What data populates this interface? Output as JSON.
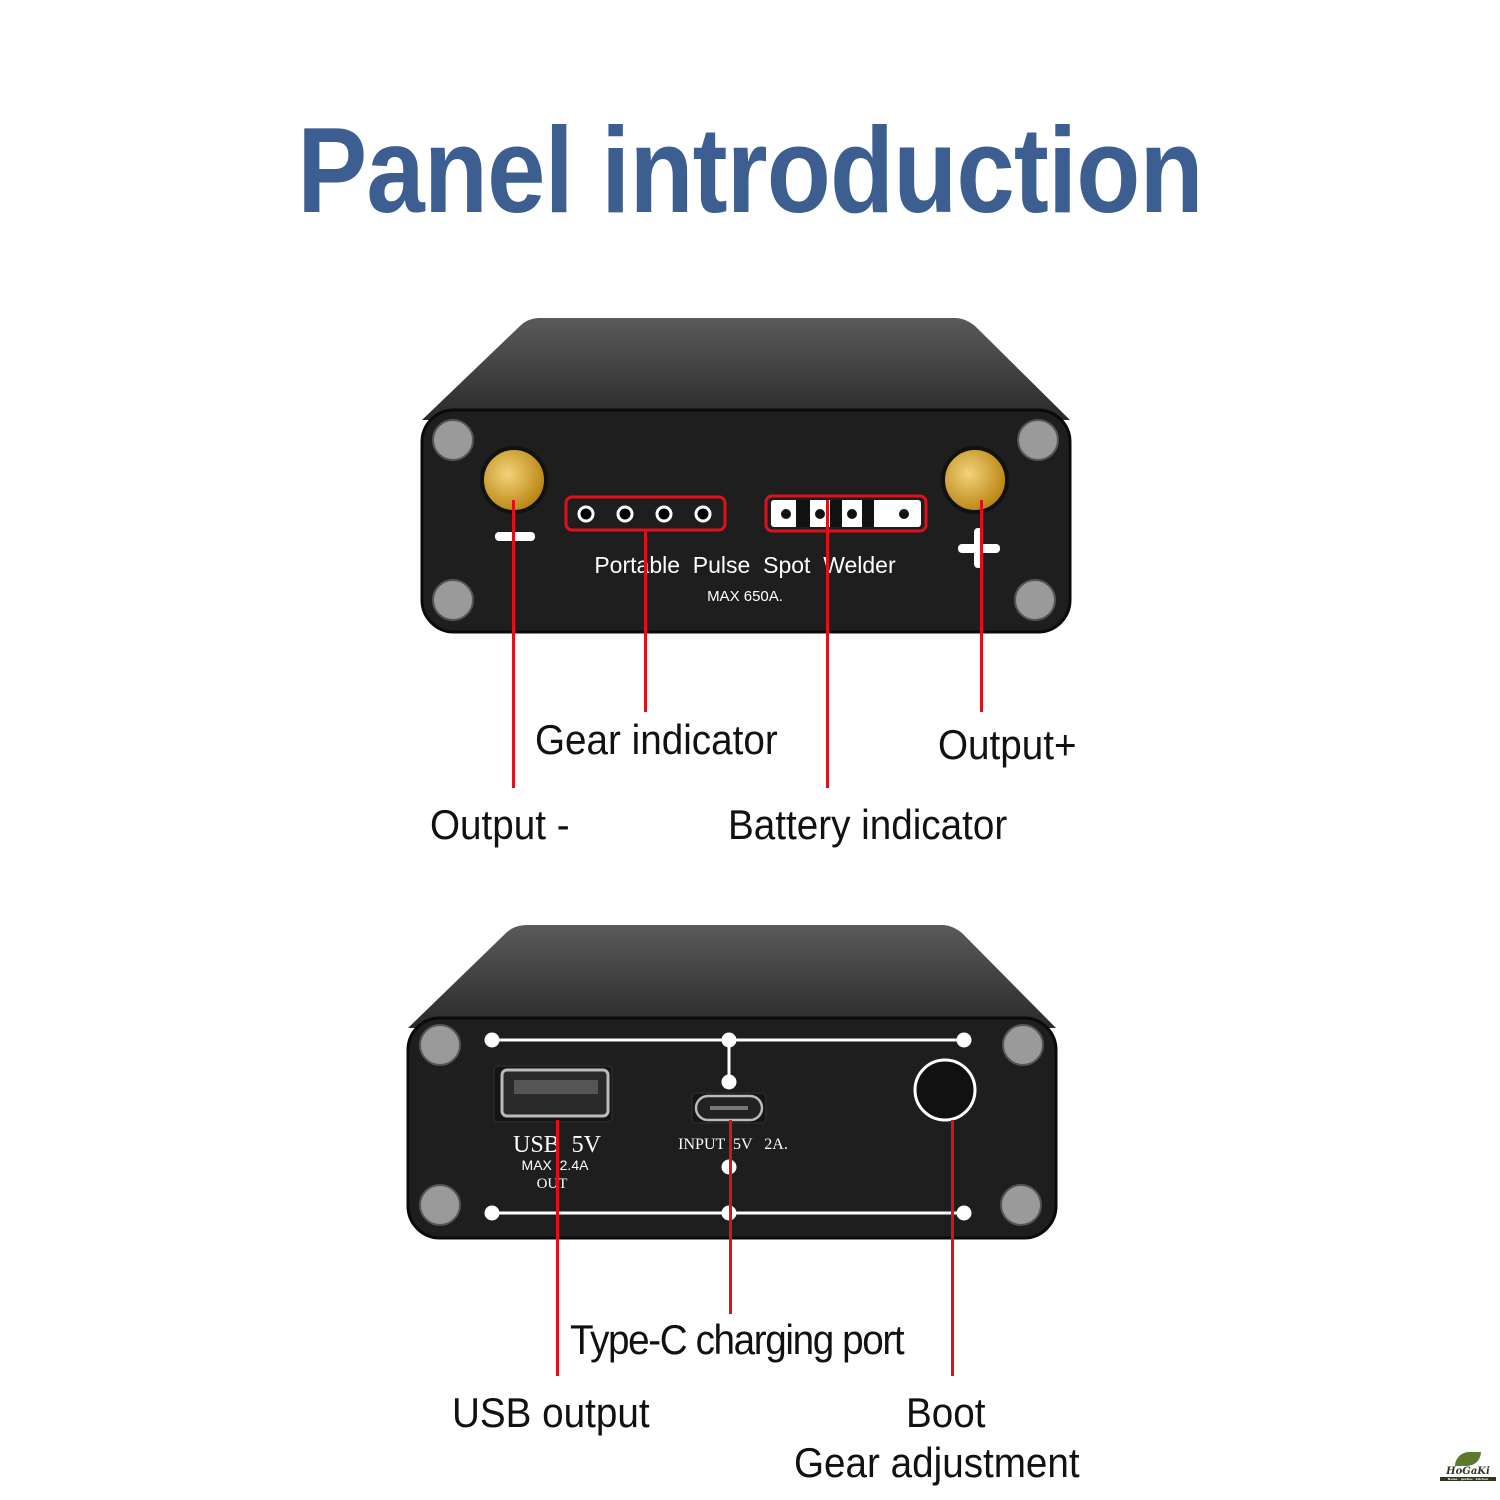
{
  "title": "Panel introduction",
  "front_panel": {
    "product_name": "Portable  Pulse  Spot  Welder",
    "rating": "MAX 650A.",
    "minus_symbol": "−",
    "plus_symbol": "+"
  },
  "back_panel": {
    "usb_label": "USB  5V",
    "usb_max": "MAX  2.4A",
    "usb_out": "OUT",
    "input_label": "INPUT  5V   2A."
  },
  "callouts": {
    "output_minus": "Output -",
    "gear_indicator": "Gear indicator",
    "battery_indicator": "Battery indicator",
    "output_plus": "Output+",
    "usb_output": "USB output",
    "typec_port": "Type-C charging port",
    "boot": "Boot",
    "gear_adjustment": "Gear adjustment"
  },
  "logo": {
    "brand": "HoGaKi",
    "tagline": "Home · garden · kitchen"
  },
  "colors": {
    "title": "#3d5e91",
    "callout_line": "#e0101a",
    "indicator_box": "#e0101a",
    "terminal": "#d4a62a",
    "body": "#1e1e1e"
  }
}
